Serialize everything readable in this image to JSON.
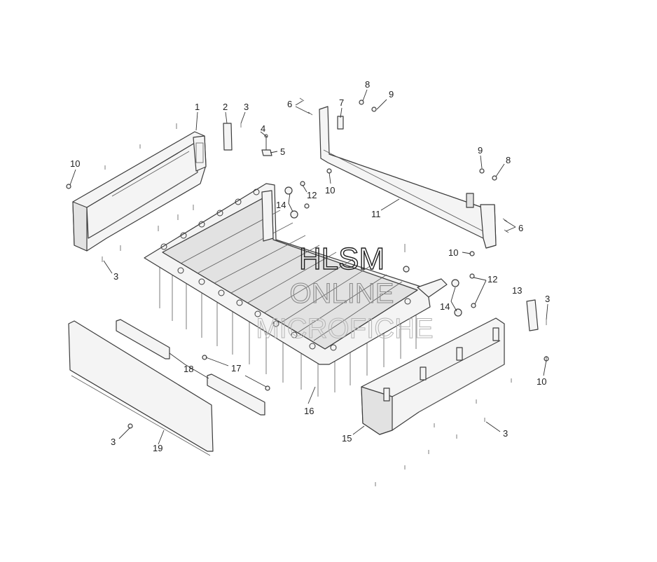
{
  "callouts": [
    "1",
    "2",
    "3",
    "4",
    "5",
    "6",
    "7",
    "8",
    "9",
    "9",
    "8",
    "10",
    "6",
    "10",
    "11",
    "12",
    "14",
    "10",
    "3",
    "13",
    "3",
    "12",
    "14",
    "10",
    "18",
    "17",
    "16",
    "15",
    "3",
    "3",
    "19"
  ],
  "watermark": {
    "line1": "HLSM",
    "line2": "ONLINE",
    "line3": "MICROFICHE"
  },
  "colors": {
    "line": "#3c3c3c",
    "fill": "#f4f4f4",
    "background": "#ffffff"
  }
}
